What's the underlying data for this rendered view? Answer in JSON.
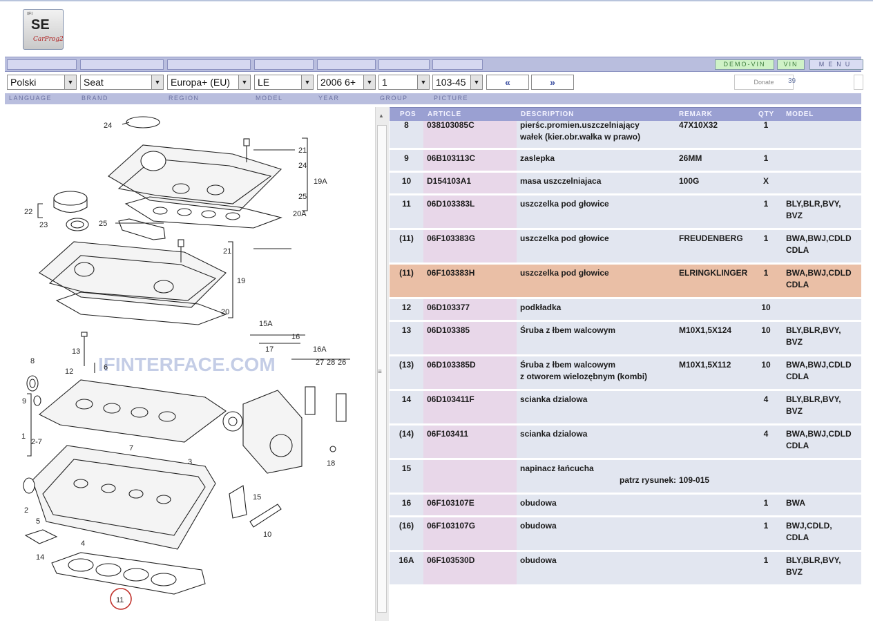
{
  "app": {
    "logo_small": "IFI",
    "logo_main": "SE",
    "logo_sub": "CarProg2"
  },
  "toolbar": {
    "demo_vin": "DEMO-VIN",
    "vin": "VIN",
    "menu": "MENU",
    "donate": "Donate",
    "counter": "39",
    "prev": "«",
    "next": "»"
  },
  "selectors": {
    "language": "Polski",
    "brand": "Seat",
    "region": "Europa+ (EU)",
    "model": "LE",
    "year": "2006  6+",
    "group": "1",
    "picture": "103-45"
  },
  "labels": {
    "language": "LANGUAGE",
    "brand": "BRAND",
    "region": "REGION",
    "model": "MODEL",
    "year": "YEAR",
    "group": "GROUP",
    "picture": "PICTURE"
  },
  "table": {
    "headers": {
      "pos": "POS",
      "article": "ARTICLE",
      "description": "DESCRIPTION",
      "remark": "REMARK",
      "qty": "QTY",
      "model": "MODEL"
    },
    "rows": [
      {
        "pos": "8",
        "article": "038103085C",
        "desc1": "pierśc.promien.uszczelniający",
        "desc2": "wałek (kier.obr.wałka w prawo)",
        "remark": "47X10X32",
        "qty": "1",
        "model1": "",
        "model2": ""
      },
      {
        "pos": "9",
        "article": "06B103113C",
        "desc1": "zaslepka",
        "desc2": "",
        "remark": "26MM",
        "qty": "1",
        "model1": "",
        "model2": ""
      },
      {
        "pos": "10",
        "article": "D154103A1",
        "desc1": "masa uszczelniajaca",
        "desc2": "",
        "remark": "100G",
        "qty": "X",
        "model1": "",
        "model2": ""
      },
      {
        "pos": "11",
        "article": "06D103383L",
        "desc1": "uszczelka pod głowice",
        "desc2": "",
        "remark": "",
        "qty": "1",
        "model1": "BLY,BLR,BVY,",
        "model2": "BVZ"
      },
      {
        "pos": "(11)",
        "article": "06F103383G",
        "desc1": "uszczelka pod głowice",
        "desc2": "",
        "remark": "FREUDENBERG",
        "qty": "1",
        "model1": "BWA,BWJ,CDLD",
        "model2": "CDLA"
      },
      {
        "pos": "(11)",
        "article": "06F103383H",
        "desc1": "uszczelka pod głowice",
        "desc2": "",
        "remark": "ELRINGKLINGER",
        "qty": "1",
        "model1": "BWA,BWJ,CDLD",
        "model2": "CDLA"
      },
      {
        "pos": "12",
        "article": "06D103377",
        "desc1": "podkładka",
        "desc2": "",
        "remark": "",
        "qty": "10",
        "model1": "",
        "model2": ""
      },
      {
        "pos": "13",
        "article": "06D103385",
        "desc1": "Śruba z łbem walcowym",
        "desc2": "",
        "remark": "M10X1,5X124",
        "qty": "10",
        "model1": "BLY,BLR,BVY,",
        "model2": "BVZ"
      },
      {
        "pos": "(13)",
        "article": "06D103385D",
        "desc1": "Śruba z łbem walcowym",
        "desc2": "z otworem wielozębnym (kombi)",
        "remark": "M10X1,5X112",
        "qty": "10",
        "model1": "BWA,BWJ,CDLD",
        "model2": "CDLA"
      },
      {
        "pos": "14",
        "article": "06D103411F",
        "desc1": "scianka dzialowa",
        "desc2": "",
        "remark": "",
        "qty": "4",
        "model1": "BLY,BLR,BVY,",
        "model2": "BVZ"
      },
      {
        "pos": "(14)",
        "article": "06F103411",
        "desc1": "scianka dzialowa",
        "desc2": "",
        "remark": "",
        "qty": "4",
        "model1": "BWA,BWJ,CDLD",
        "model2": "CDLA"
      },
      {
        "pos": "15",
        "article": "",
        "desc1": "napinacz łańcucha",
        "desc2": "",
        "remark": "",
        "qty": "",
        "model1": "",
        "model2": "",
        "note_label": "patrz rysunek:",
        "note_value": "109-015"
      },
      {
        "pos": "16",
        "article": "06F103107E",
        "desc1": "obudowa",
        "desc2": "",
        "remark": "",
        "qty": "1",
        "model1": "BWA",
        "model2": ""
      },
      {
        "pos": "(16)",
        "article": "06F103107G",
        "desc1": "obudowa",
        "desc2": "",
        "remark": "",
        "qty": "1",
        "model1": "BWJ,CDLD,",
        "model2": "CDLA"
      },
      {
        "pos": "16A",
        "article": "06F103530D",
        "desc1": "obudowa",
        "desc2": "",
        "remark": "",
        "qty": "1",
        "model1": "BLY,BLR,BVY,",
        "model2": "BVZ"
      }
    ],
    "highlight_color": "#eabfa6"
  },
  "diagram": {
    "watermark": "IFINTERFACE.COM",
    "callouts": {
      "c24a": "24",
      "c21a": "21",
      "c24b": "24",
      "c19a": "19A",
      "c25a": "25",
      "c20a": "20A",
      "c22": "22",
      "c23": "23",
      "c25b": "25",
      "c21b": "21",
      "c19": "19",
      "c20": "20",
      "c15a": "15A",
      "c16": "16",
      "c17": "17",
      "c16a": "16A",
      "c27": "27",
      "c28": "28",
      "c26": "26",
      "c13": "13",
      "c8": "8",
      "c12": "12",
      "c6": "6",
      "c9": "9",
      "c1": "1",
      "c27b": "2-7",
      "c7": "7",
      "c3": "3",
      "c15": "15",
      "c18": "18",
      "c2": "2",
      "c5": "5",
      "c10": "10",
      "c4": "4",
      "c14": "14",
      "c11": "11"
    }
  }
}
